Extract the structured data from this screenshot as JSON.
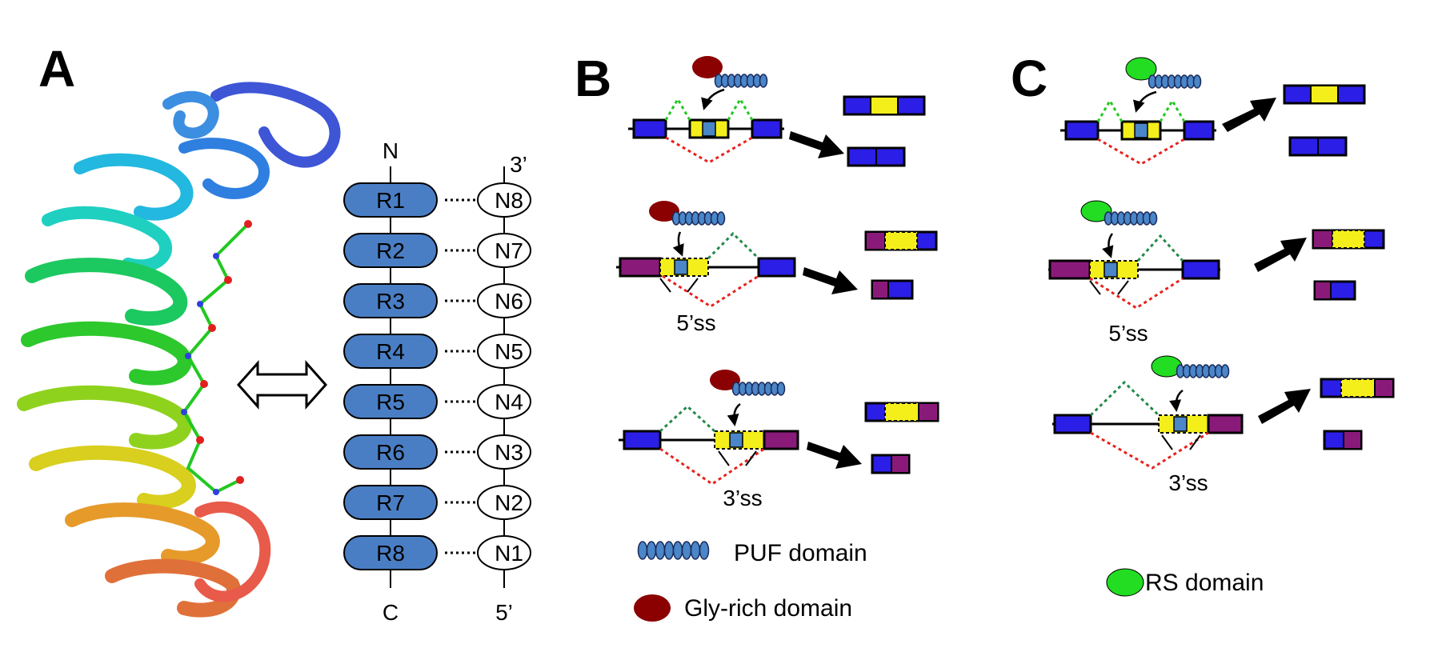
{
  "panels": {
    "A": {
      "letter": "A",
      "n_label": "N",
      "c_label": "C",
      "three_prime": "3’",
      "five_prime": "5’",
      "repeats": [
        "R1",
        "R2",
        "R3",
        "R4",
        "R5",
        "R6",
        "R7",
        "R8"
      ],
      "nucleotides": [
        "N8",
        "N7",
        "N6",
        "N5",
        "N4",
        "N3",
        "N2",
        "N1"
      ]
    },
    "B": {
      "letter": "B",
      "ss_5": "5’ss",
      "ss_3": "3’ss",
      "legend_puf": "PUF domain",
      "legend_gly": "Gly-rich domain"
    },
    "C": {
      "letter": "C",
      "ss_5": "5’ss",
      "ss_3": "3’ss",
      "legend_rs": "RS domain"
    }
  },
  "colors": {
    "repeat_fill": "#4a7ec4",
    "exon_blue": "#2b1ee6",
    "exon_yellow": "#f4ef1a",
    "exon_purple": "#8a1a7a",
    "puf_blue": "#4a86c8",
    "gly_red": "#8b0000",
    "rs_green": "#22dd22",
    "dash_green": "#238a48",
    "dash_red": "#e8221e"
  }
}
